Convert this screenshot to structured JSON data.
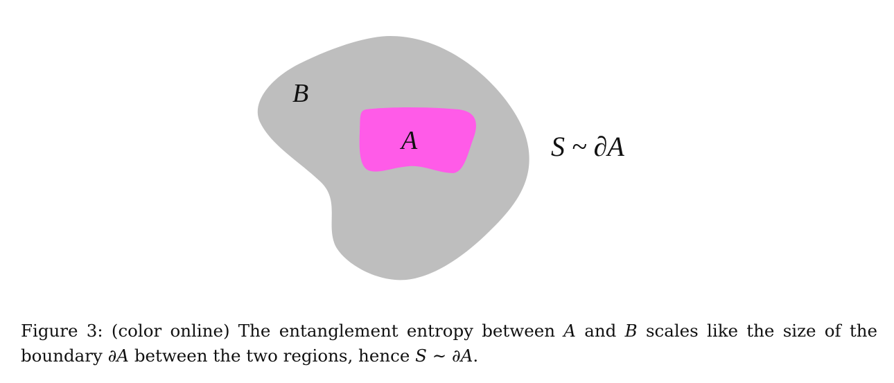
{
  "figure": {
    "label_outer_region": "B",
    "label_inner_region": "A",
    "scaling_relation": "S ~ ∂A",
    "colors": {
      "region_b": "#bebebe",
      "region_a": "#ff5be8",
      "text": "#111111"
    }
  },
  "caption": {
    "label": "Figure 3:",
    "l1_a": "(color online) The entanglement entropy between",
    "l1_A": "A",
    "l1_b": "and",
    "l1_B": "B",
    "l1_c": "scales like the size of the",
    "l2_a": "boundary",
    "l2_dA": "∂A",
    "l2_b": "between the two regions, hence",
    "l2_S": "S",
    "l2_tilde": "∼",
    "l2_dA2": "∂A",
    "l2_end": "."
  }
}
